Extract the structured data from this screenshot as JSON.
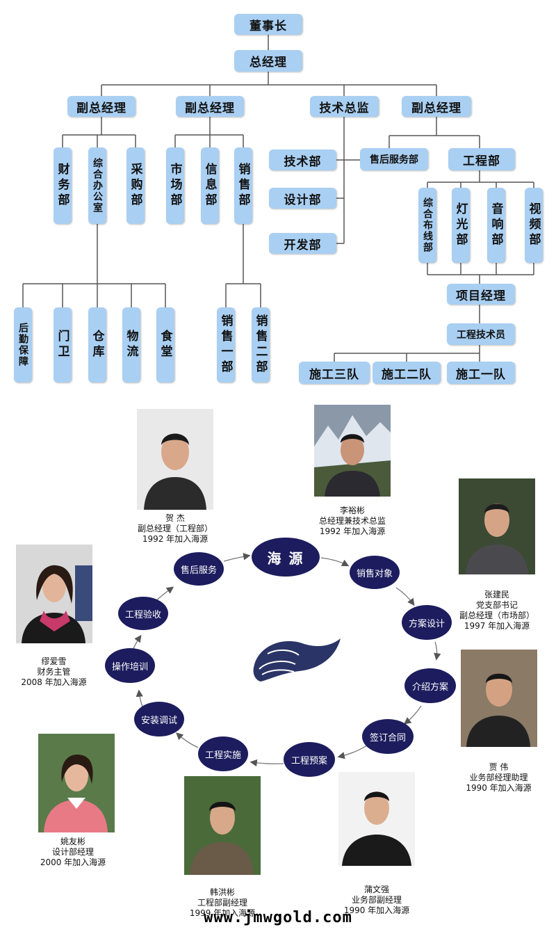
{
  "org": {
    "chairman": "董事长",
    "general_manager": "总经理",
    "vp1": "副总经理",
    "vp2": "副总经理",
    "tech_director": "技术总监",
    "vp3": "副总经理",
    "finance": "财务部",
    "general_office": "综合办公室",
    "purchasing": "采购部",
    "market": "市场部",
    "information": "信息部",
    "sales": "销售部",
    "tech_dept": "技术部",
    "design_dept": "设计部",
    "dev_dept": "开发部",
    "after_sales": "售后服务部",
    "engineering": "工程部",
    "cabling": "综合布线部",
    "lighting": "灯光部",
    "audio": "音响部",
    "video": "视频部",
    "logistics": "后勤保障",
    "guard": "门卫",
    "warehouse": "仓库",
    "shipping": "物流",
    "canteen": "食堂",
    "sales1": "销售一部",
    "sales2": "销售二部",
    "project_manager": "项目经理",
    "engineer": "工程技术员",
    "team3": "施工三队",
    "team2": "施工二队",
    "team1": "施工一队"
  },
  "cycle": {
    "center": "海 源",
    "steps": [
      "销售对象",
      "方案设计",
      "介绍方案",
      "签订合同",
      "工程预案",
      "工程实施",
      "安装调试",
      "操作培训",
      "工程验收",
      "售后服务"
    ],
    "logo_icon": "wave-logo-icon"
  },
  "people": [
    {
      "name": "贺 杰",
      "title": "副总经理（工程部）",
      "joined": "1992 年加入海源"
    },
    {
      "name": "李裕彬",
      "title": "总经理兼技术总监",
      "joined": "1992 年加入海源"
    },
    {
      "name": "张建民",
      "title": "党支部书记",
      "title2": "副总经理（市场部）",
      "joined": "1997 年加入海源"
    },
    {
      "name": "缪爱雪",
      "title": "财务主管",
      "joined": "2008 年加入海源"
    },
    {
      "name": "贾 伟",
      "title": "业务部经理助理",
      "joined": "1990 年加入海源"
    },
    {
      "name": "姚友彬",
      "title": "设计部经理",
      "joined": "2000 年加入海源"
    },
    {
      "name": "韩洪彬",
      "title": "工程部副经理",
      "joined": "1999 年加入海源"
    },
    {
      "name": "蒲文强",
      "title": "业务部副经理",
      "joined": "1990 年加入海源"
    }
  ],
  "watermark": "www.jmwgold.com",
  "colors": {
    "box": "#a9cff2",
    "node": "#1c1c5e",
    "line": "#555555"
  }
}
